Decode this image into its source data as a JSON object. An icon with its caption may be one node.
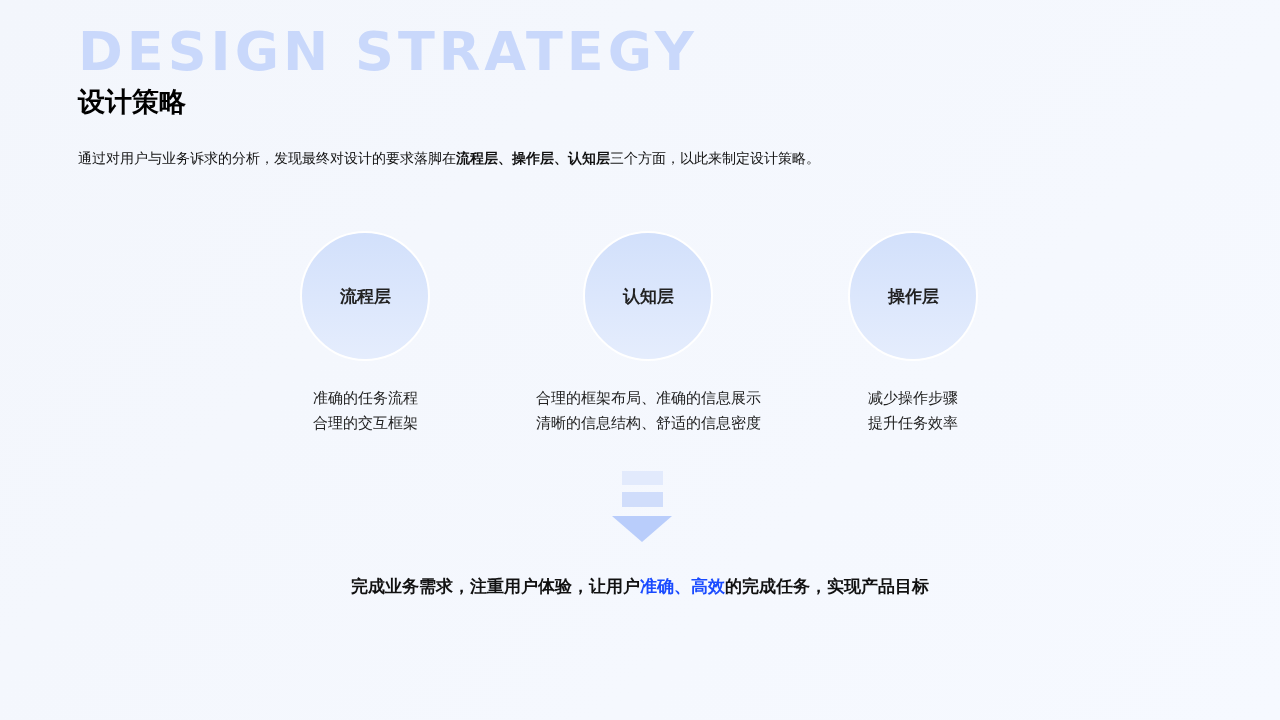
{
  "diagram": {
    "title": "设计策略",
    "nodes": [
      {
        "text": [
          "流程层"
        ],
        "beside": [
          "准确的任务流程",
          "合理的交互框架"
        ]
      },
      {
        "text": [
          "认知层"
        ],
        "beside": [
          "合理的框架布局、准确的信息展示",
          "清晰的信息结构、舒适的信息密度"
        ]
      },
      {
        "text": [
          "操作层"
        ],
        "beside": [
          "减少操作步骤",
          "提升任务效率"
        ]
      }
    ],
    "labels": [
      "DESIGN STRATEGY",
      "通过对用户与业务诉求的分析，发现最终对设计的要求落脚在**流程层、操作层、认知层**三个方面，以此来制定设计策略。",
      "完成业务需求，注重用户体验，让用户**准确、高效**的完成任务，实现产品目标"
    ]
  }
}
